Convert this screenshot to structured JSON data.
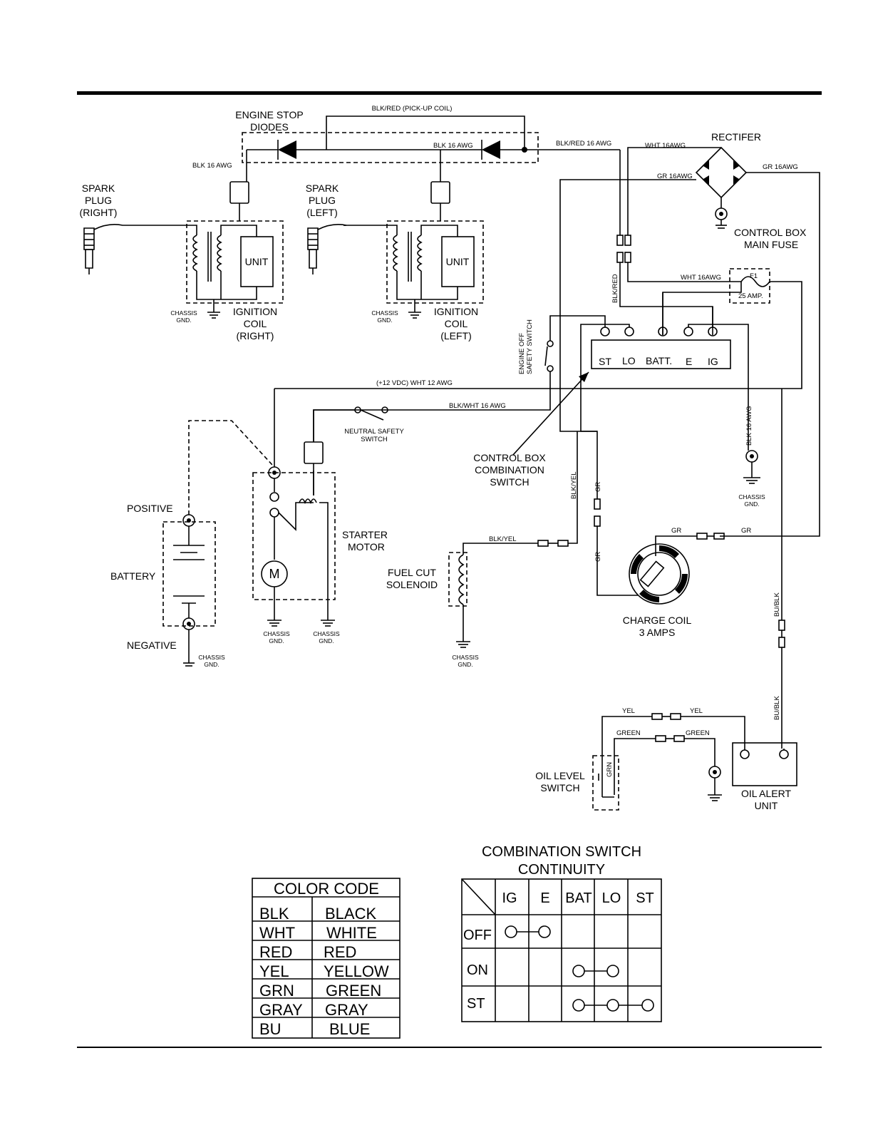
{
  "wires": {
    "blk_red_pickup": "BLK/RED  (PICK-UP COIL)",
    "blk_16_right": "BLK 16 AWG",
    "blk_16_left": "BLK 16 AWG",
    "blk_red_16": "BLK/RED 16 AWG",
    "wht_16_top": "WHT 16AWG",
    "gr_16_left": "GR 16AWG",
    "gr_16_right": "GR 16AWG",
    "wht_16_fuse": "WHT 16AWG",
    "blk_red_vertical": "BLK/RED",
    "wht_12": "(+12 VDC) WHT 12 AWG",
    "blk_wht_16": "BLK/WHT 16 AWG",
    "blk_16_vertical": "BLK 16 AWG",
    "blk_yel_vertical": "BLK/YEL",
    "gr_upper": "GR",
    "gr_lower": "GR",
    "blk_yel": "BLK/YEL",
    "gr_charge_left": "GR",
    "gr_charge_right": "GR",
    "bu_blk_upper": "BU/BLK",
    "bu_blk_lower": "BU/BLK",
    "yel_left": "YEL",
    "yel_right": "YEL",
    "green_left": "GREEN",
    "green_right": "GREEN",
    "grn": "GRN"
  },
  "components": {
    "engine_stop_diodes": [
      "ENGINE STOP",
      "DIODES"
    ],
    "rectifier": "RECTIFER",
    "spark_plug_right": [
      "SPARK",
      "PLUG",
      "(RIGHT)"
    ],
    "spark_plug_left": [
      "SPARK",
      "PLUG",
      "(LEFT)"
    ],
    "unit_right": "UNIT",
    "unit_left": "UNIT",
    "ignition_coil_right": [
      "IGNITION",
      "COIL",
      "(RIGHT)"
    ],
    "ignition_coil_left": [
      "IGNITION",
      "COIL",
      "(LEFT)"
    ],
    "control_box_main_fuse": [
      "CONTROL BOX",
      "MAIN FUSE"
    ],
    "fuse_id": "F1",
    "fuse_rating": "25 AMP.",
    "engine_off_safety_switch": [
      "ENGINE OFF",
      "SAFETY SWITCH"
    ],
    "switch_terminals": [
      "ST",
      "LO",
      "BATT.",
      "E",
      "IG"
    ],
    "neutral_safety_switch": [
      "NEUTRAL SAFETY",
      "SWITCH"
    ],
    "control_box_combination_switch": [
      "CONTROL BOX",
      "COMBINATION",
      "SWITCH"
    ],
    "positive": "POSITIVE",
    "battery": "BATTERY",
    "negative": "NEGATIVE",
    "starter_motor": [
      "STARTER",
      "MOTOR"
    ],
    "motor_symbol": "M",
    "fuel_cut_solenoid": [
      "FUEL CUT",
      "SOLENOID"
    ],
    "charge_coil": [
      "CHARGE COIL",
      "3 AMPS"
    ],
    "oil_level_switch": [
      "OIL LEVEL",
      "SWITCH"
    ],
    "oil_alert_unit": [
      "OIL ALERT",
      "UNIT"
    ],
    "chassis_gnd": [
      "CHASSIS",
      "GND."
    ]
  },
  "color_code": {
    "title": "COLOR CODE",
    "rows": [
      [
        "BLK",
        "BLACK"
      ],
      [
        "WHT",
        "WHITE"
      ],
      [
        "RED",
        "RED"
      ],
      [
        "YEL",
        "YELLOW"
      ],
      [
        "GRN",
        "GREEN"
      ],
      [
        "GRAY",
        "GRAY"
      ],
      [
        "BU",
        "BLUE"
      ]
    ]
  },
  "continuity": {
    "title": [
      "COMBINATION SWITCH",
      "CONTINUITY"
    ],
    "columns": [
      "IG",
      "E",
      "BAT",
      "LO",
      "ST"
    ],
    "rows": [
      {
        "label": "OFF",
        "connects": [
          "IG",
          "E"
        ]
      },
      {
        "label": "ON",
        "connects": [
          "BAT",
          "LO"
        ]
      },
      {
        "label": "ST",
        "connects": [
          "BAT",
          "LO",
          "ST"
        ]
      }
    ]
  }
}
